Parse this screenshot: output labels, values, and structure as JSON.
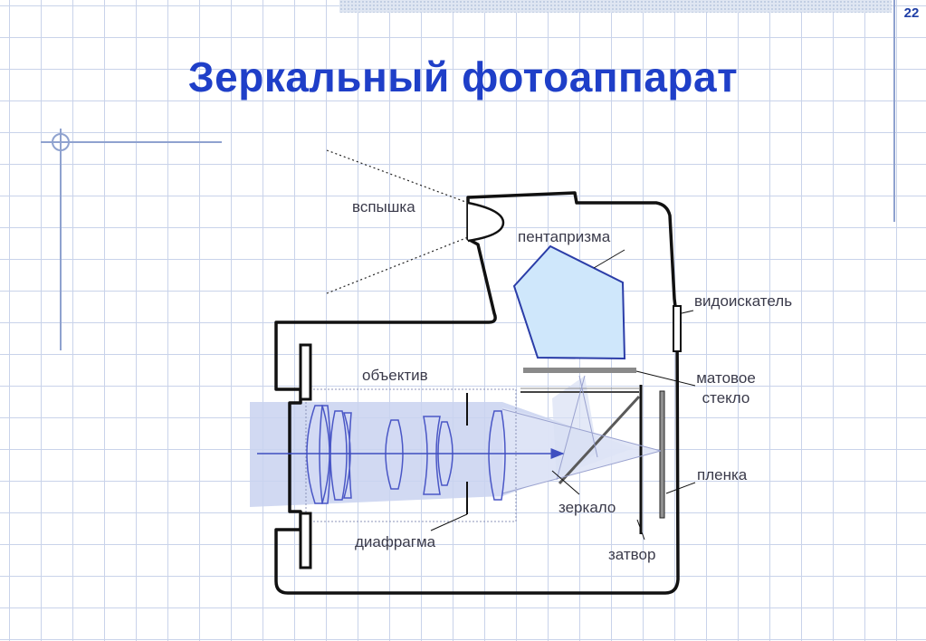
{
  "slide": {
    "number": "22",
    "title": "Зеркальный фотоаппарат"
  },
  "labels": {
    "flash": "вспышка",
    "pentaprism": "пентапризма",
    "viewfinder": "видоискатель",
    "lens": "объектив",
    "focusing_screen_line1": "матовое",
    "focusing_screen_line2": "стекло",
    "film": "пленка",
    "mirror": "зеркало",
    "aperture": "диафрагма",
    "shutter": "затвор"
  },
  "colors": {
    "title": "#1f3fc8",
    "prism_fill": "#cfe7fb",
    "beam_fill": "#c9d2f0",
    "lens_stroke": "#4a57c6",
    "body_stroke": "#111111"
  }
}
